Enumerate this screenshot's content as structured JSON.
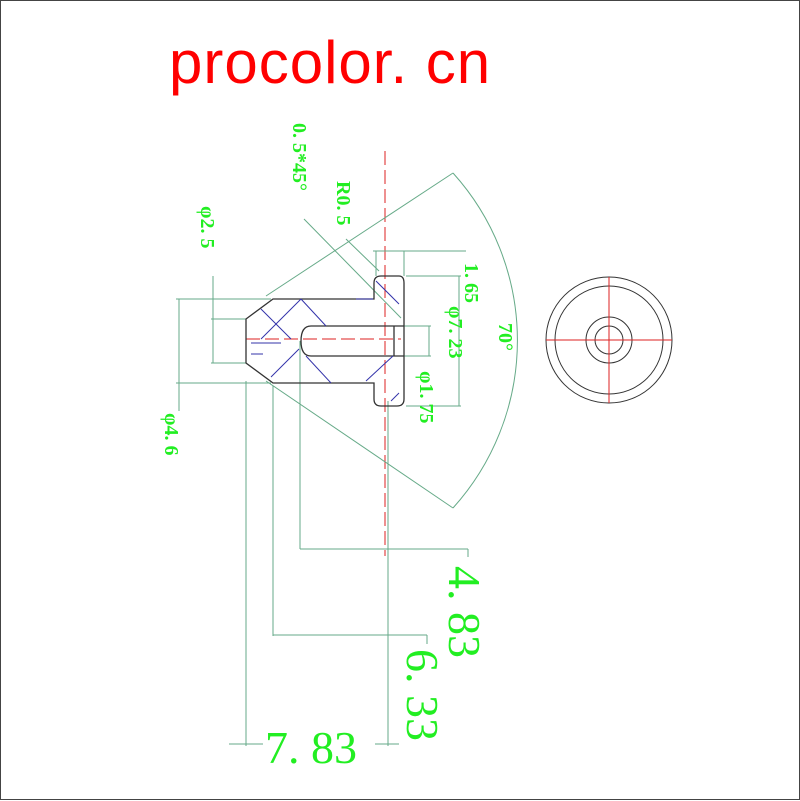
{
  "brand": {
    "text": "procolor. cn",
    "color": "#ff0000"
  },
  "colors": {
    "outline": "#333333",
    "hatch": "#2222aa",
    "centerline": "#dd2222",
    "dimension_line": "#66aa88",
    "dimension_text": "#22ee22"
  },
  "dimensions": {
    "chamfer": "0. 5*45°",
    "radius": "R0. 5",
    "tip_diameter": "φ2. 5",
    "body_diameter": "φ4. 6",
    "flange_thickness": "1. 65",
    "flange_diameter": "φ7. 23",
    "bore_diameter": "φ1. 75",
    "cone_angle": "70°",
    "len_bore": "4. 83",
    "len_body": "6. 33",
    "len_total": "7. 83"
  }
}
